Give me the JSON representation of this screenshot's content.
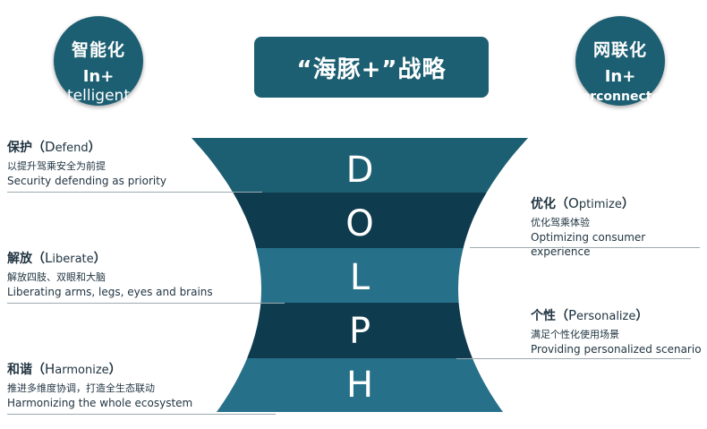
{
  "title": "“海豚+”战略",
  "circle_left": {
    "cn": "智能化",
    "line1": "In+",
    "line2": "telligent"
  },
  "circle_right": {
    "cn": "网联化",
    "line1": "In+",
    "line2": "terconnected"
  },
  "letters": [
    "D",
    "O",
    "L",
    "P",
    "H"
  ],
  "colors": {
    "dark": "#0f3b4f",
    "mid": "#1d5f72",
    "light": "#27708a"
  },
  "left_items": [
    {
      "cn": "保护",
      "open": "（",
      "initial": "D",
      "rest": "efend",
      "close": "）",
      "desc_cn": "以提升驾乘安全为前提",
      "desc_en": "Security defending as priority"
    },
    {
      "cn": "解放",
      "open": "（",
      "initial": "L",
      "rest": "iberate",
      "close": "）",
      "desc_cn": "解放四肢、双眼和大脑",
      "desc_en": "Liberating arms, legs, eyes and brains"
    },
    {
      "cn": "和谐",
      "open": "（",
      "initial": "H",
      "rest": "armonize",
      "close": "）",
      "desc_cn": "推进多维度协调，打造全生态联动",
      "desc_en": "Harmonizing the whole ecosystem"
    }
  ],
  "right_items": [
    {
      "cn": "优化",
      "open": "（",
      "initial": "O",
      "rest": "ptimize",
      "close": "）",
      "desc_cn": "优化驾乘体验",
      "desc_en": "Optimizing consumer experience"
    },
    {
      "cn": "个性",
      "open": "（",
      "initial": "P",
      "rest": "ersonalize",
      "close": "）",
      "desc_cn": "满足个性化使用场景",
      "desc_en": "Providing personalized scenario"
    }
  ]
}
